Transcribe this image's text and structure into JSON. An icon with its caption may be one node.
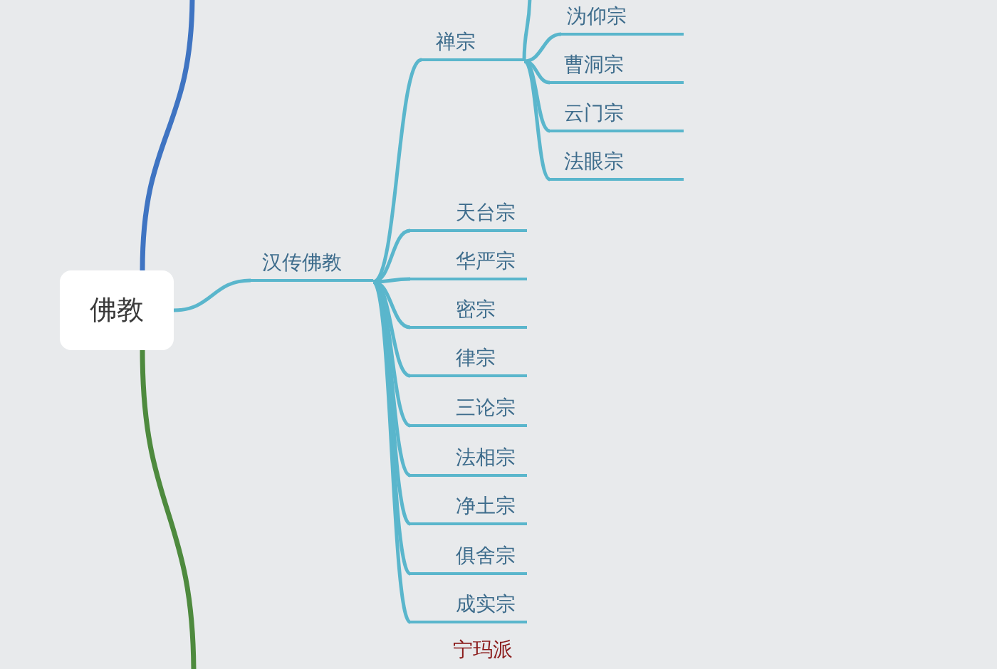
{
  "diagram": {
    "nodes": [
      {
        "text": [
          "佛教"
        ]
      },
      {
        "text": [
          "汉传佛教"
        ]
      },
      {
        "text": [
          "禅宗"
        ]
      },
      {
        "text": [
          "沩仰宗"
        ]
      },
      {
        "text": [
          "曹洞宗"
        ]
      },
      {
        "text": [
          "云门宗"
        ]
      },
      {
        "text": [
          "法眼宗"
        ]
      },
      {
        "text": [
          "天台宗"
        ]
      },
      {
        "text": [
          "华严宗"
        ]
      },
      {
        "text": [
          "密宗"
        ]
      },
      {
        "text": [
          "律宗"
        ]
      },
      {
        "text": [
          "三论宗"
        ]
      },
      {
        "text": [
          "法相宗"
        ]
      },
      {
        "text": [
          "净土宗"
        ]
      },
      {
        "text": [
          "俱舍宗"
        ]
      },
      {
        "text": [
          "成实宗"
        ]
      },
      {
        "text": [
          "宁玛派"
        ]
      }
    ],
    "edges": [
      {
        "from": 0,
        "to": null,
        "arrow": "none",
        "color": "#3f74c2"
      },
      {
        "from": 0,
        "to": 1,
        "arrow": "none"
      },
      {
        "from": 0,
        "to": null,
        "arrow": "none",
        "color": "#4e8a3e"
      },
      {
        "from": 1,
        "to": 2,
        "arrow": "none"
      },
      {
        "from": 2,
        "to": null,
        "arrow": "none"
      },
      {
        "from": 2,
        "to": 3,
        "arrow": "none"
      },
      {
        "from": 2,
        "to": 4,
        "arrow": "none"
      },
      {
        "from": 2,
        "to": 5,
        "arrow": "none"
      },
      {
        "from": 2,
        "to": 6,
        "arrow": "none"
      },
      {
        "from": 1,
        "to": 7,
        "arrow": "none"
      },
      {
        "from": 1,
        "to": 8,
        "arrow": "none"
      },
      {
        "from": 1,
        "to": 9,
        "arrow": "none"
      },
      {
        "from": 1,
        "to": 10,
        "arrow": "none"
      },
      {
        "from": 1,
        "to": 11,
        "arrow": "none"
      },
      {
        "from": 1,
        "to": 12,
        "arrow": "none"
      },
      {
        "from": 1,
        "to": 13,
        "arrow": "none"
      },
      {
        "from": 1,
        "to": 14,
        "arrow": "none"
      },
      {
        "from": 1,
        "to": 15,
        "arrow": "none"
      }
    ]
  }
}
